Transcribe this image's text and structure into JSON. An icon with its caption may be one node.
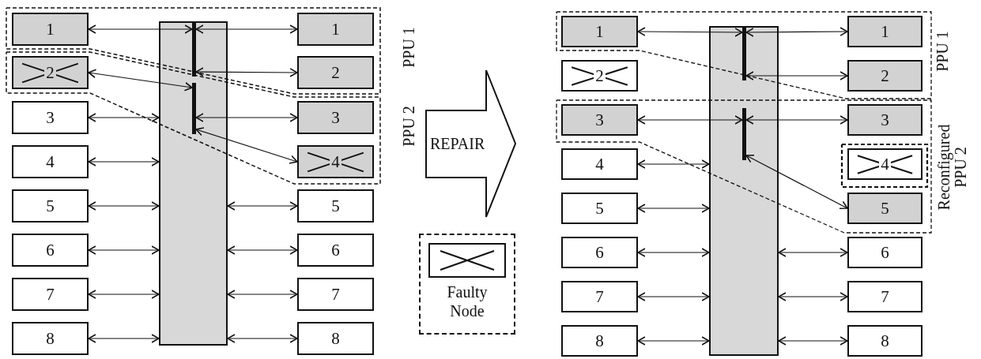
{
  "diagram": {
    "nodes": [
      {
        "text": [
          "1"
        ]
      },
      {
        "text": [
          "2"
        ]
      },
      {
        "text": [
          "3"
        ]
      },
      {
        "text": [
          "4"
        ]
      },
      {
        "text": [
          "5"
        ]
      },
      {
        "text": [
          "6"
        ]
      },
      {
        "text": [
          "7"
        ]
      },
      {
        "text": [
          "8"
        ]
      },
      {
        "text": [],
        "shape": "box"
      },
      {
        "text": [],
        "shape": "bar",
        "in": 8
      },
      {
        "text": [],
        "shape": "bar",
        "in": 8
      },
      {
        "text": [
          "1"
        ]
      },
      {
        "text": [
          "2"
        ]
      },
      {
        "text": [
          "3"
        ]
      },
      {
        "text": [
          "4"
        ]
      },
      {
        "text": [
          "5"
        ]
      },
      {
        "text": [
          "6"
        ]
      },
      {
        "text": [
          "7"
        ]
      },
      {
        "text": [
          "8"
        ]
      },
      {
        "text": [
          "REPAIR"
        ]
      },
      {
        "text": [
          "1"
        ]
      },
      {
        "text": [
          "2"
        ]
      },
      {
        "text": [
          "3"
        ]
      },
      {
        "text": [
          "4"
        ]
      },
      {
        "text": [
          "5"
        ]
      },
      {
        "text": [
          "6"
        ]
      },
      {
        "text": [
          "7"
        ]
      },
      {
        "text": [
          "8"
        ]
      },
      {
        "text": [],
        "shape": "box"
      },
      {
        "text": [],
        "shape": "bar",
        "in": 28
      },
      {
        "text": [],
        "shape": "bar",
        "in": 28
      },
      {
        "text": [
          "1"
        ]
      },
      {
        "text": [
          "2"
        ]
      },
      {
        "text": [
          "3"
        ]
      },
      {
        "text": [
          "4"
        ]
      },
      {
        "text": [
          "5"
        ]
      },
      {
        "text": [
          "6"
        ]
      },
      {
        "text": [
          "7"
        ]
      },
      {
        "text": [
          "8"
        ]
      }
    ],
    "edges": [
      {
        "from": 0,
        "to": 9,
        "arrow": "both"
      },
      {
        "from": 9,
        "to": 11,
        "arrow": "both"
      },
      {
        "from": 1,
        "to": 10,
        "arrow": "both"
      },
      {
        "from": 9,
        "to": 12,
        "arrow": "both"
      },
      {
        "from": 10,
        "to": 13,
        "arrow": "both"
      },
      {
        "from": 10,
        "to": 14,
        "arrow": "both"
      },
      {
        "from": 2,
        "to": 8,
        "arrow": "both"
      },
      {
        "from": 3,
        "to": 8,
        "arrow": "both"
      },
      {
        "from": 4,
        "to": 8,
        "arrow": "both"
      },
      {
        "from": 5,
        "to": 8,
        "arrow": "both"
      },
      {
        "from": 6,
        "to": 8,
        "arrow": "both"
      },
      {
        "from": 7,
        "to": 8,
        "arrow": "both"
      },
      {
        "from": 8,
        "to": 15,
        "arrow": "both"
      },
      {
        "from": 8,
        "to": 16,
        "arrow": "both"
      },
      {
        "from": 8,
        "to": 17,
        "arrow": "both"
      },
      {
        "from": 8,
        "to": 18,
        "arrow": "both"
      },
      {
        "from": 20,
        "to": 29,
        "arrow": "both"
      },
      {
        "from": 29,
        "to": 31,
        "arrow": "both"
      },
      {
        "from": 29,
        "to": 32,
        "arrow": "both"
      },
      {
        "from": 22,
        "to": 30,
        "arrow": "both"
      },
      {
        "from": 30,
        "to": 33,
        "arrow": "both"
      },
      {
        "from": 30,
        "to": 35,
        "arrow": "both"
      },
      {
        "from": 23,
        "to": 28,
        "arrow": "both"
      },
      {
        "from": 24,
        "to": 28,
        "arrow": "both"
      },
      {
        "from": 25,
        "to": 28,
        "arrow": "both"
      },
      {
        "from": 26,
        "to": 28,
        "arrow": "both"
      },
      {
        "from": 27,
        "to": 28,
        "arrow": "both"
      },
      {
        "from": 28,
        "to": 36,
        "arrow": "both"
      },
      {
        "from": 28,
        "to": 37,
        "arrow": "both"
      },
      {
        "from": 28,
        "to": 38,
        "arrow": "both"
      }
    ],
    "labels": [
      "PPU 1",
      "PPU 2",
      "PPU 1",
      "Reconfigured PPU 2"
    ],
    "legend": [
      {
        "text": "Faulty Node"
      }
    ]
  }
}
